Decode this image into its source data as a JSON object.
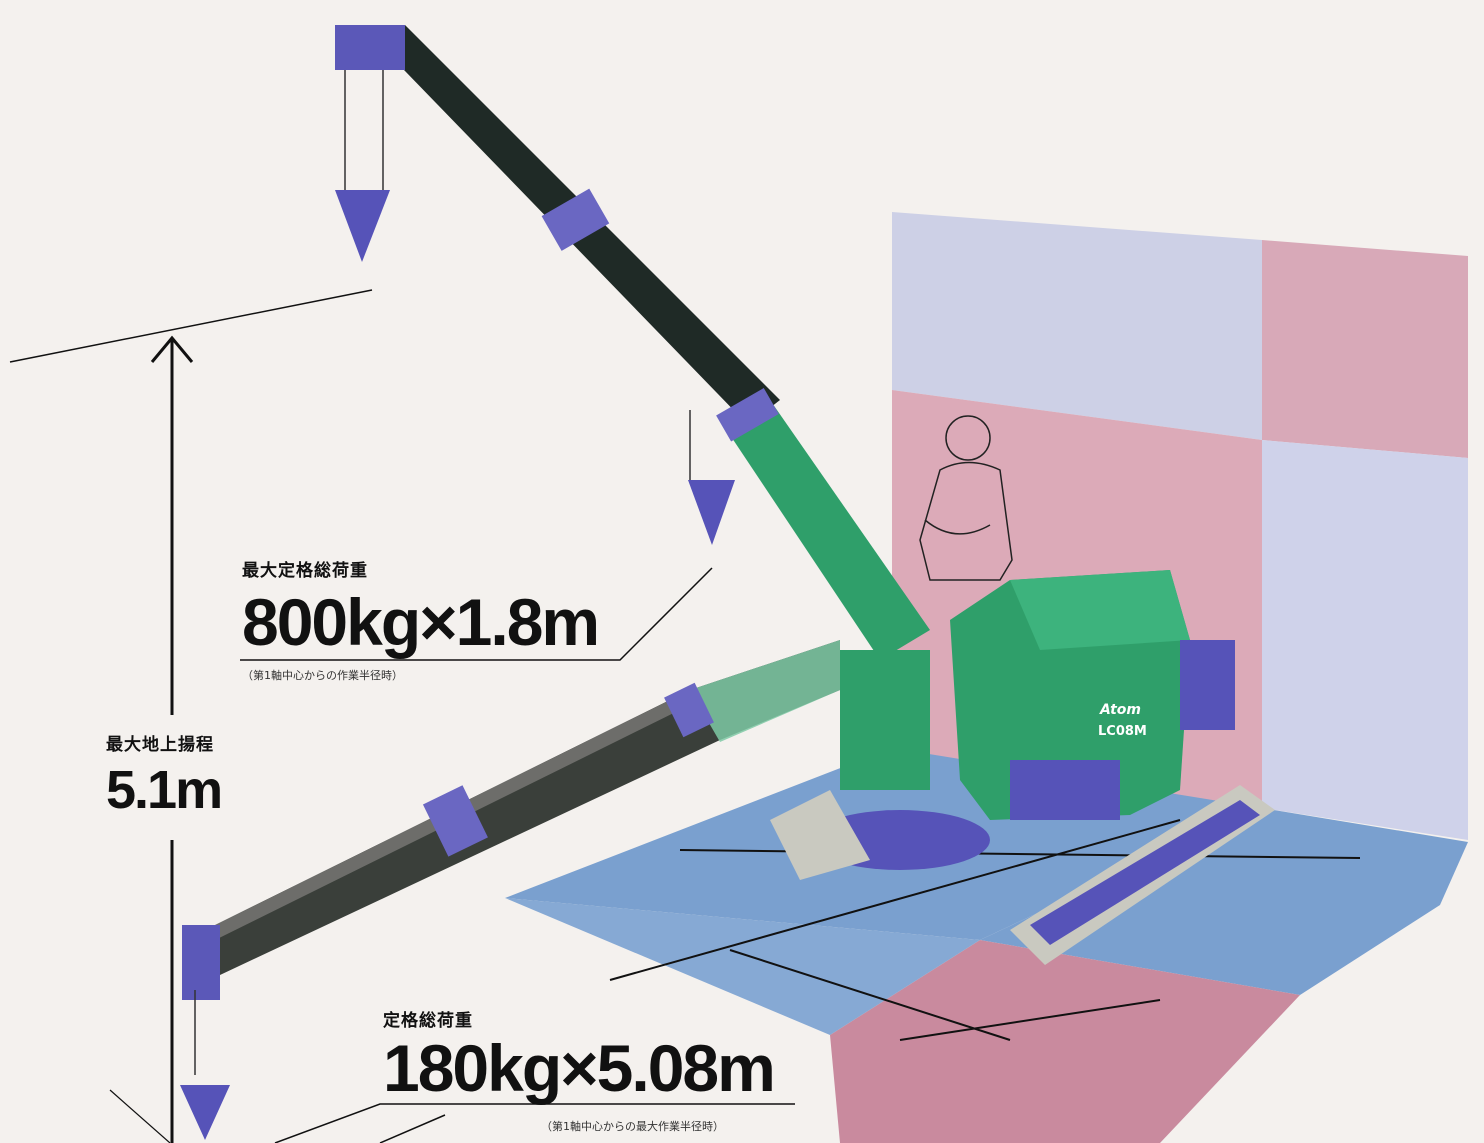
{
  "specs": {
    "max_rated_load": {
      "label": "最大定格総荷重",
      "value": "800kg×1.8m",
      "note": "（第1軸中心からの作業半径時）"
    },
    "max_lift_height": {
      "label": "最大地上揚程",
      "value": "5.1m"
    },
    "rated_load": {
      "label": "定格総荷重",
      "value": "180kg×5.08m",
      "note": "（第1軸中心からの最大作業半径時）"
    }
  },
  "machine": {
    "brand_mark": "Atom",
    "model": "LC08M"
  },
  "colors": {
    "background": "#f4f1ee",
    "crane_body": "#2f9f6a",
    "crane_purple": "#5653b8",
    "boom_dark": "#1f2a26",
    "floor_blue": "#6f98c9",
    "floor_pink": "#c77c90",
    "wall_blue": "#c9cde6",
    "wall_pink": "#d9a4b4"
  }
}
